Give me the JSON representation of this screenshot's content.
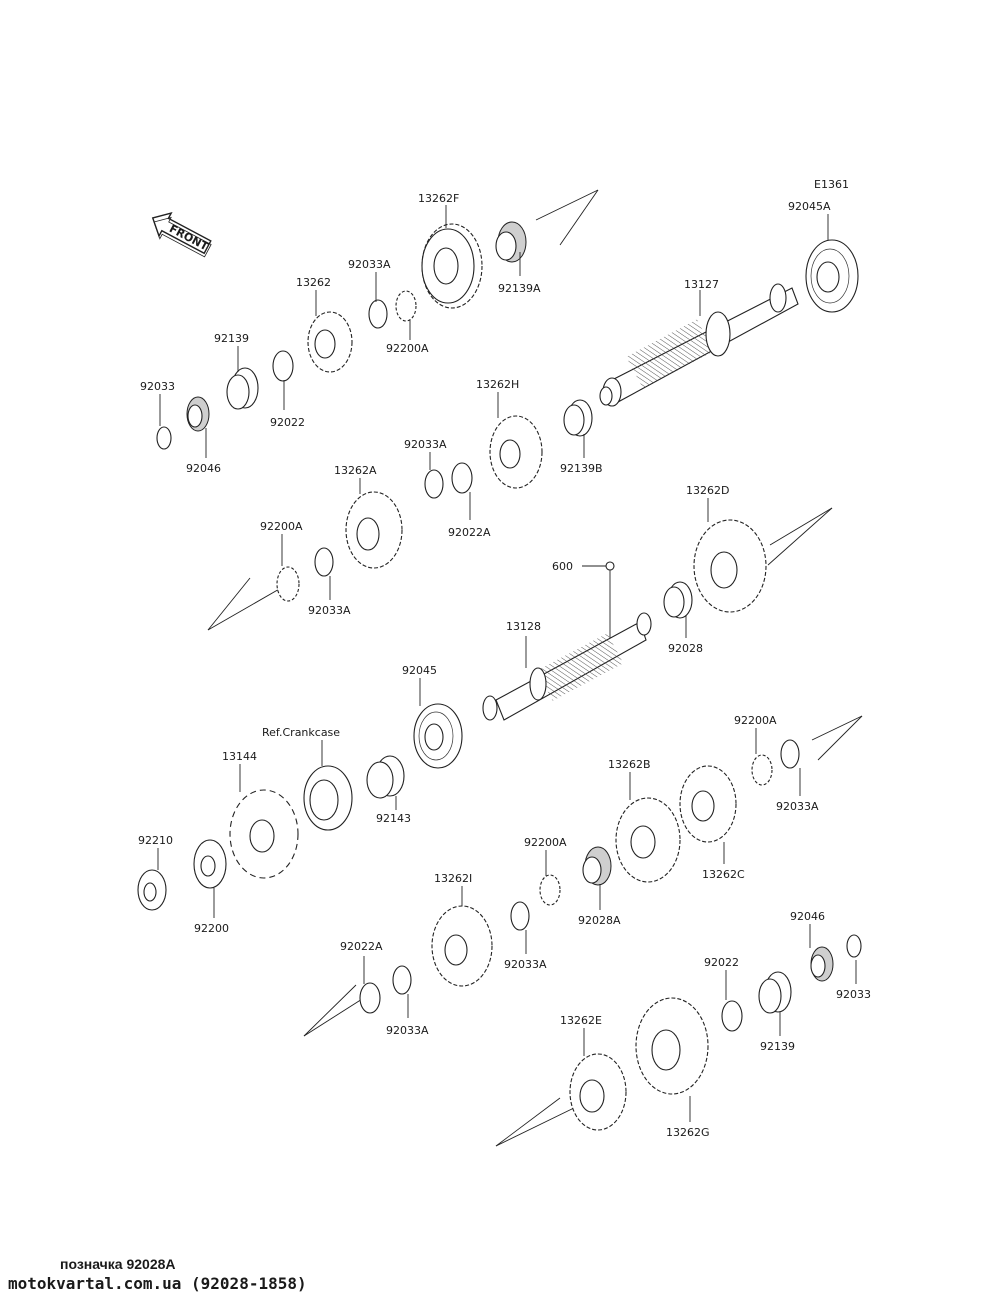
{
  "diagram": {
    "code": "E1361",
    "front_label": "FRONT",
    "parts": [
      {
        "id": "p13262F",
        "label": "13262F"
      },
      {
        "id": "p92139A",
        "label": "92139A"
      },
      {
        "id": "p92033A_1",
        "label": "92033A"
      },
      {
        "id": "p92200A_1",
        "label": "92200A"
      },
      {
        "id": "p13262",
        "label": "13262"
      },
      {
        "id": "p92139",
        "label": "92139"
      },
      {
        "id": "p92022_1",
        "label": "92022"
      },
      {
        "id": "p92033_1",
        "label": "92033"
      },
      {
        "id": "p92046_1",
        "label": "92046"
      },
      {
        "id": "p92045A",
        "label": "92045A"
      },
      {
        "id": "p13127",
        "label": "13127"
      },
      {
        "id": "p13262H",
        "label": "13262H"
      },
      {
        "id": "p92139B",
        "label": "92139B"
      },
      {
        "id": "p92033A_2",
        "label": "92033A"
      },
      {
        "id": "p92022A_1",
        "label": "92022A"
      },
      {
        "id": "p13262A",
        "label": "13262A"
      },
      {
        "id": "p92200A_2",
        "label": "92200A"
      },
      {
        "id": "p92033A_3",
        "label": "92033A"
      },
      {
        "id": "p13262D",
        "label": "13262D"
      },
      {
        "id": "p600",
        "label": "600"
      },
      {
        "id": "p92028",
        "label": "92028"
      },
      {
        "id": "p13128",
        "label": "13128"
      },
      {
        "id": "p92045",
        "label": "92045"
      },
      {
        "id": "pRefCrankcase",
        "label": "Ref.Crankcase"
      },
      {
        "id": "p13144",
        "label": "13144"
      },
      {
        "id": "p92143",
        "label": "92143"
      },
      {
        "id": "p92210",
        "label": "92210"
      },
      {
        "id": "p92200",
        "label": "92200"
      },
      {
        "id": "p92200A_3",
        "label": "92200A"
      },
      {
        "id": "p92033A_4",
        "label": "92033A"
      },
      {
        "id": "p13262B",
        "label": "13262B"
      },
      {
        "id": "p13262C",
        "label": "13262C"
      },
      {
        "id": "p92200A_4",
        "label": "92200A"
      },
      {
        "id": "p92028A",
        "label": "92028A"
      },
      {
        "id": "p13262I",
        "label": "13262I"
      },
      {
        "id": "p92033A_5",
        "label": "92033A"
      },
      {
        "id": "p92022A_2",
        "label": "92022A"
      },
      {
        "id": "p92033A_6",
        "label": "92033A"
      },
      {
        "id": "p92046_2",
        "label": "92046"
      },
      {
        "id": "p92022_2",
        "label": "92022"
      },
      {
        "id": "p92033_2",
        "label": "92033"
      },
      {
        "id": "p92139_2",
        "label": "92139"
      },
      {
        "id": "p13262E",
        "label": "13262E"
      },
      {
        "id": "p13262G",
        "label": "13262G"
      }
    ]
  },
  "caption": {
    "line1": "позначка 92028A",
    "line2": "motokvartal.com.ua (92028-1858)"
  }
}
